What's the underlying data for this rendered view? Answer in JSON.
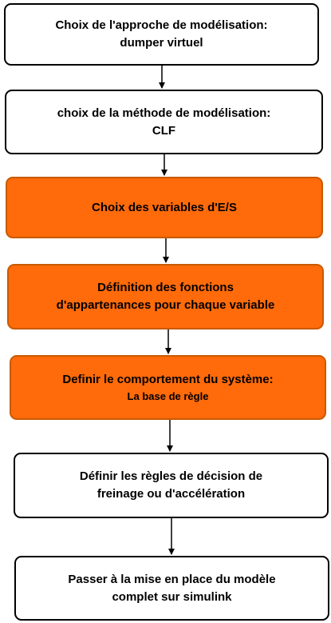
{
  "colors": {
    "white_fill": "#ffffff",
    "orange_fill": "#ff6a0a",
    "orange_border": "#c85a00",
    "border": "#000000",
    "arrow": "#000000",
    "text": "#000000"
  },
  "steps": [
    {
      "id": "step-1",
      "style": "white",
      "lines": [
        "Choix de l'approche de modélisation:",
        "dumper virtuel"
      ]
    },
    {
      "id": "step-2",
      "style": "white",
      "lines": [
        "choix de la méthode de modélisation:",
        "CLF"
      ]
    },
    {
      "id": "step-3",
      "style": "orange",
      "lines": [
        "Choix des variables d'E/S"
      ]
    },
    {
      "id": "step-4",
      "style": "orange",
      "lines": [
        "Définition des fonctions",
        "d'appartenances pour chaque variable"
      ]
    },
    {
      "id": "step-5",
      "style": "orange",
      "lines": [
        "Definir le comportement du système:",
        "La base de règle"
      ]
    },
    {
      "id": "step-6",
      "style": "white",
      "lines": [
        "Définir les règles de décision de",
        "freinage ou d'accélération"
      ]
    },
    {
      "id": "step-7",
      "style": "white",
      "lines": [
        "Passer à la mise en place du modèle",
        "complet sur simulink"
      ]
    }
  ]
}
